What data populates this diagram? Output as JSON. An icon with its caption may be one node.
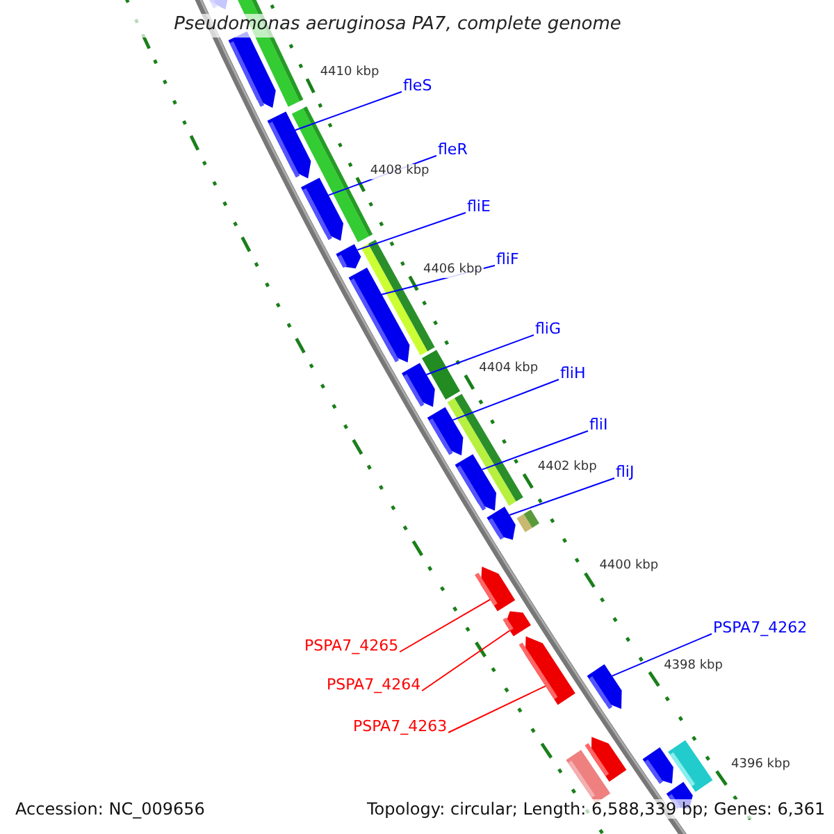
{
  "diagram": {
    "title": "Pseudomonas aeruginosa PA7, complete genome",
    "nodes": [
      {
        "text": [
          "fleS"
        ]
      },
      {
        "text": [
          "fleR"
        ]
      },
      {
        "text": [
          "fliE"
        ]
      },
      {
        "text": [
          "fliF"
        ]
      },
      {
        "text": [
          "fliG"
        ]
      },
      {
        "text": [
          "fliH"
        ]
      },
      {
        "text": [
          "fliI"
        ]
      },
      {
        "text": [
          "fliJ"
        ]
      },
      {
        "text": [
          "PSPA7_4262"
        ]
      },
      {
        "text": [
          "PSPA7_4265"
        ]
      },
      {
        "text": [
          "PSPA7_4264"
        ]
      },
      {
        "text": [
          "PSPA7_4263"
        ]
      },
      {
        "text": [],
        "shape": "arrow"
      },
      {
        "text": [],
        "shape": "arrow"
      },
      {
        "text": [],
        "shape": "arrow"
      },
      {
        "text": [],
        "shape": "arrow"
      },
      {
        "text": [],
        "shape": "arrow"
      },
      {
        "text": [],
        "shape": "arrow"
      },
      {
        "text": [],
        "shape": "arrow"
      },
      {
        "text": [],
        "shape": "arrow"
      },
      {
        "text": [],
        "shape": "arrow"
      },
      {
        "text": [],
        "shape": "arrow"
      },
      {
        "text": [],
        "shape": "arrow"
      },
      {
        "text": [],
        "shape": "arrow"
      },
      {
        "text": [],
        "shape": "arrow"
      },
      {
        "text": [],
        "shape": "arrow"
      },
      {
        "text": [],
        "shape": "arrow"
      },
      {
        "text": [],
        "shape": "box"
      },
      {
        "text": [],
        "shape": "arrow"
      },
      {
        "text": [],
        "shape": "box"
      },
      {
        "text": [],
        "shape": "arrow"
      }
    ],
    "edges": [
      {
        "from": 0,
        "to": 12,
        "arrow": "none"
      },
      {
        "from": 1,
        "to": 13,
        "arrow": "none"
      },
      {
        "from": 2,
        "to": 14,
        "arrow": "none"
      },
      {
        "from": 3,
        "to": 15,
        "arrow": "none"
      },
      {
        "from": 4,
        "to": 16,
        "arrow": "none"
      },
      {
        "from": 5,
        "to": 17,
        "arrow": "none"
      },
      {
        "from": 6,
        "to": 18,
        "arrow": "none"
      },
      {
        "from": 7,
        "to": 19,
        "arrow": "none"
      },
      {
        "from": 8,
        "to": 23,
        "arrow": "none"
      },
      {
        "from": 9,
        "to": 20,
        "arrow": "none",
        "color": "#ff0000"
      },
      {
        "from": 10,
        "to": 21,
        "arrow": "none",
        "color": "#ff0000"
      },
      {
        "from": 11,
        "to": 22,
        "arrow": "none",
        "color": "#ff0000"
      }
    ],
    "labels": [
      "4410 kbp",
      "4408 kbp",
      "4406 kbp",
      "4404 kbp",
      "4402 kbp",
      "4400 kbp",
      "4398 kbp",
      "4396 kbp",
      "Accession: NC_009656",
      "Topology: circular; Length: 6,588,339 bp; Genes: 6,361"
    ]
  }
}
